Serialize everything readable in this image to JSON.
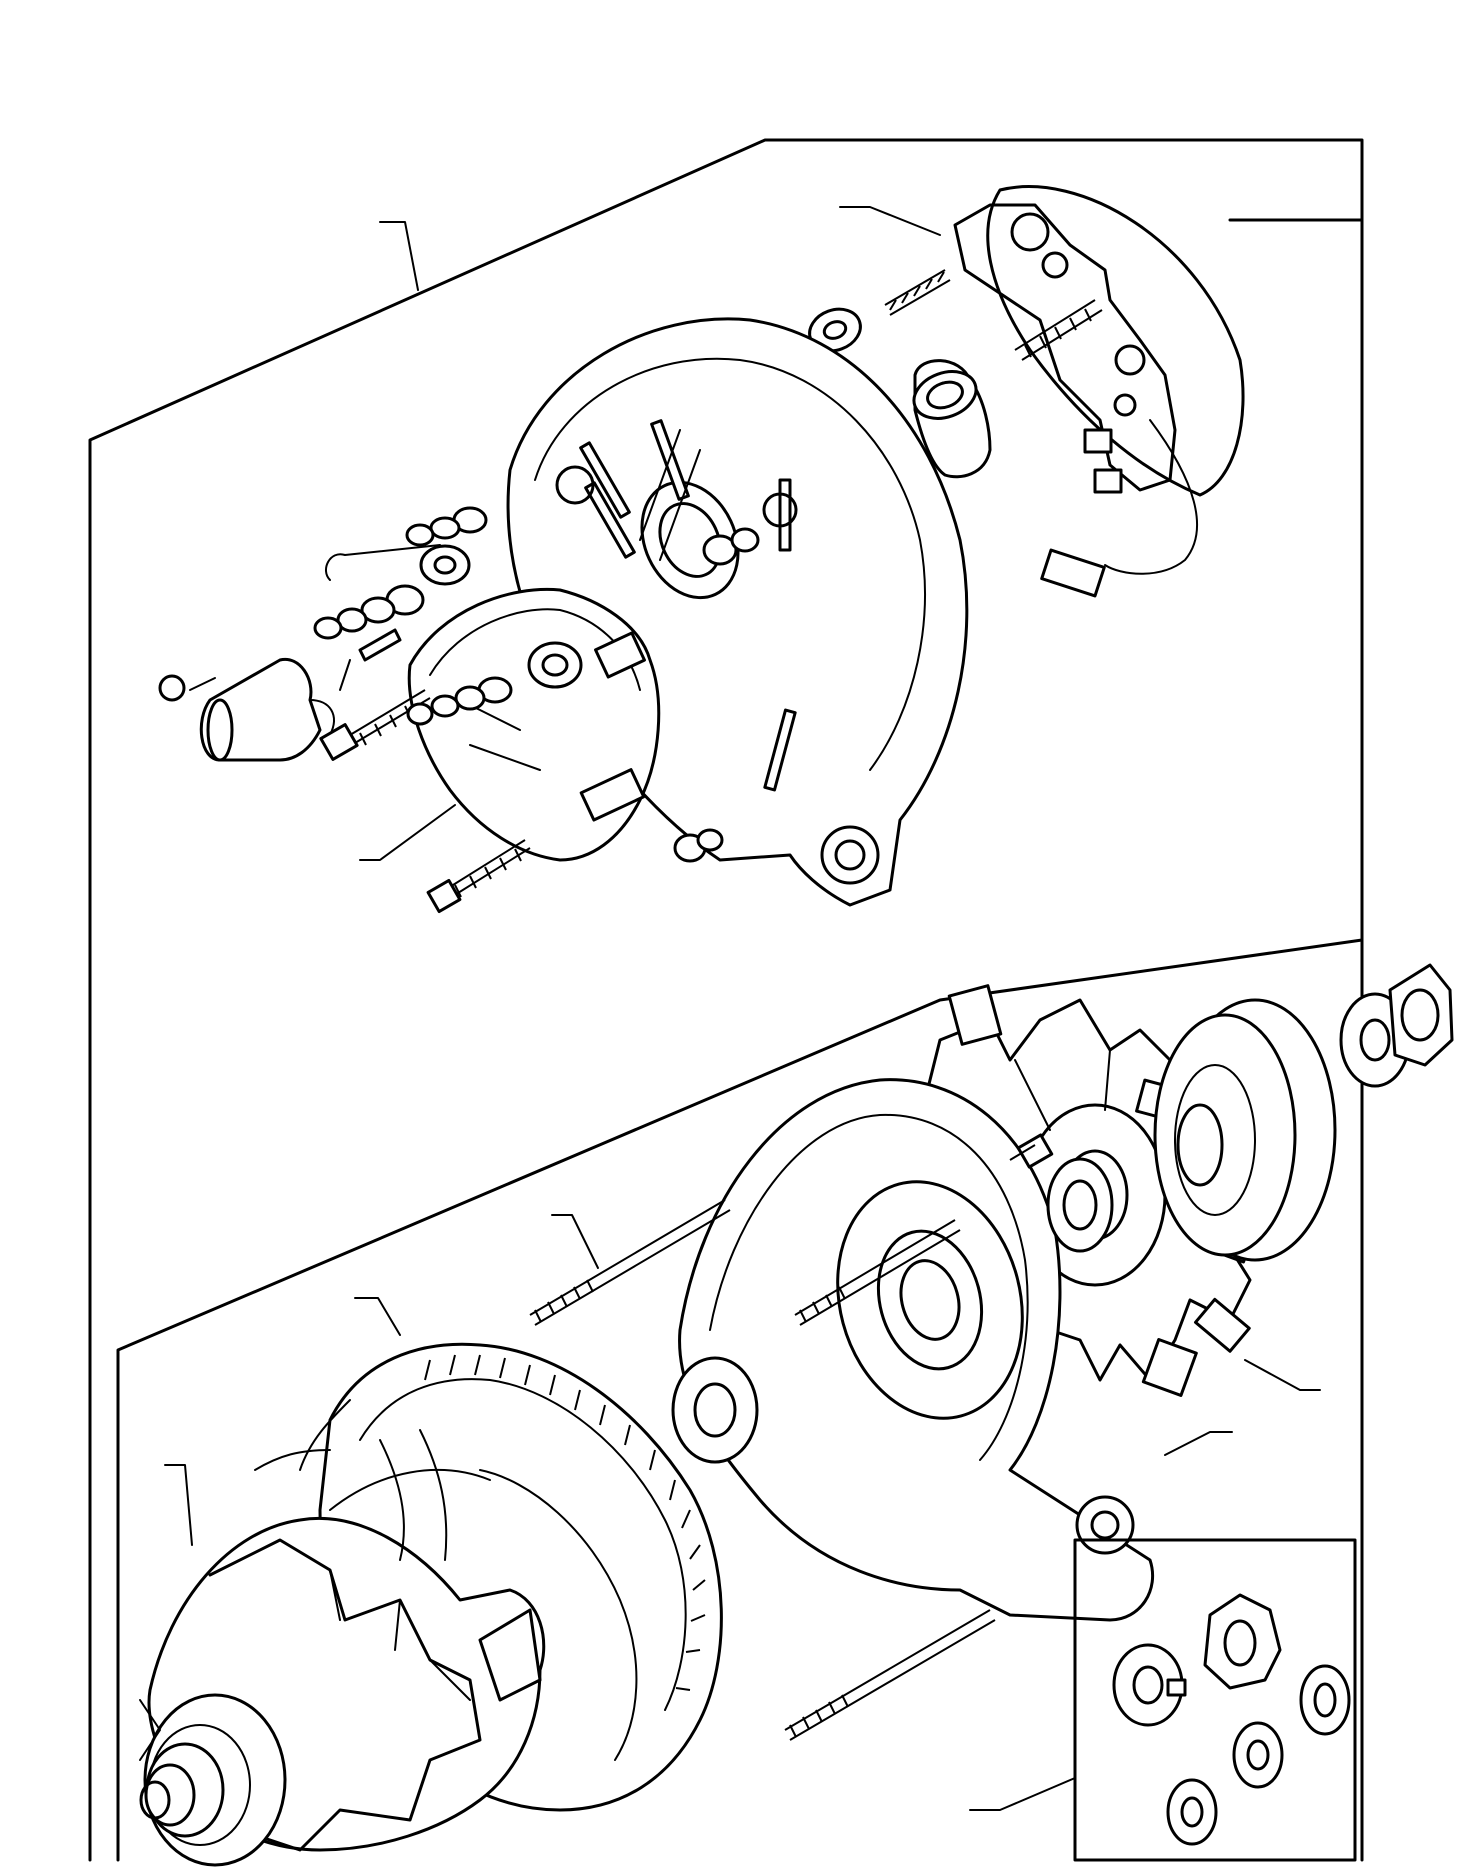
{
  "figure": {
    "type": "exploded-parts-illustration",
    "subject": "alternator",
    "frame_color": "#000000",
    "background": "#ffffff",
    "callouts": [
      {
        "id": "rear-cover-assembly"
      },
      {
        "id": "regulator-brush-holder"
      },
      {
        "id": "rectifier-plate"
      },
      {
        "id": "through-bolt"
      },
      {
        "id": "stator"
      },
      {
        "id": "rotor"
      },
      {
        "id": "fan"
      },
      {
        "id": "drive-end-housing"
      },
      {
        "id": "hardware-kit"
      }
    ]
  }
}
